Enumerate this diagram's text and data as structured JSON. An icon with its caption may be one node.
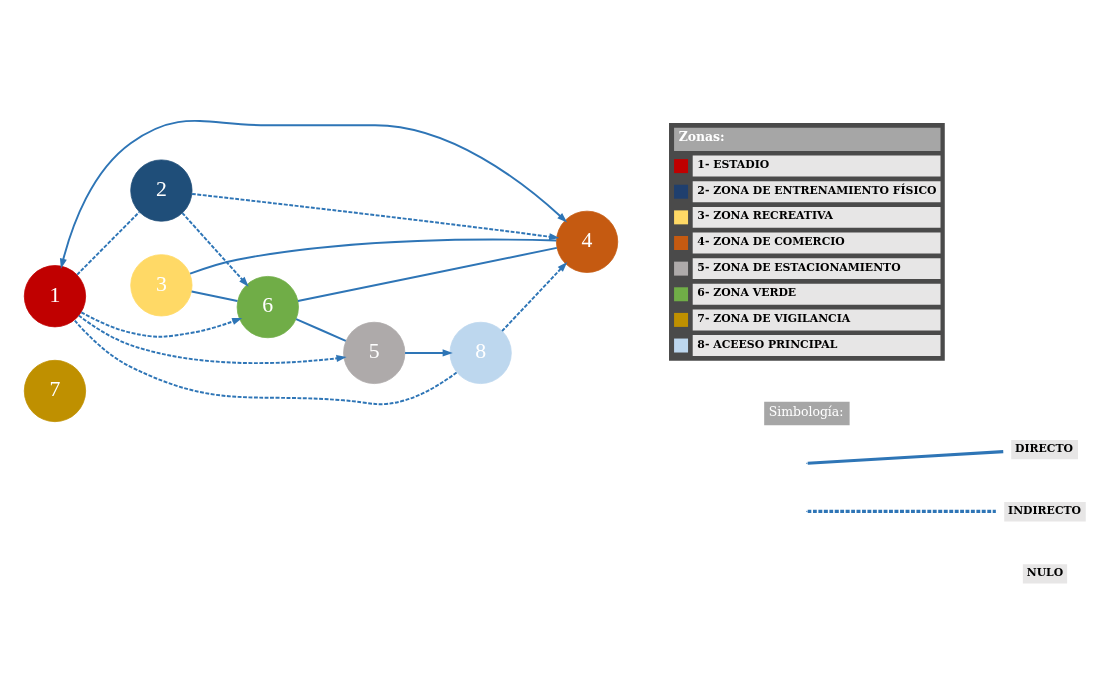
{
  "diagram": {
    "nodes": [
      {
        "text": [
          "1"
        ]
      },
      {
        "text": [
          "2"
        ]
      },
      {
        "text": [
          "3"
        ]
      },
      {
        "text": [
          "4"
        ]
      },
      {
        "text": [
          "5"
        ]
      },
      {
        "text": [
          "6"
        ]
      },
      {
        "text": [
          "7"
        ]
      },
      {
        "text": [
          "8"
        ]
      }
    ],
    "edges": [
      {
        "from": 0,
        "to": 1,
        "arrow": "none",
        "style": "dashed"
      },
      {
        "from": 7,
        "to": 0,
        "arrow": "none",
        "style": "dashed"
      },
      {
        "from": 0,
        "to": 5,
        "arrow": "to",
        "style": "dashed"
      },
      {
        "from": 0,
        "to": 4,
        "arrow": "to",
        "style": "dashed"
      },
      {
        "from": 0,
        "to": 3,
        "arrow": "both"
      },
      {
        "from": 1,
        "to": 5,
        "arrow": "to",
        "style": "dashed"
      },
      {
        "from": 1,
        "to": 3,
        "arrow": "to",
        "style": "dashed"
      },
      {
        "from": 7,
        "to": 3,
        "arrow": "to",
        "style": "dashed"
      },
      {
        "from": 4,
        "to": 7,
        "arrow": "to"
      },
      {
        "from": 2,
        "to": 5,
        "arrow": "none"
      },
      {
        "from": 2,
        "to": 3,
        "arrow": "none"
      },
      {
        "from": 5,
        "to": 3,
        "arrow": "none"
      },
      {
        "from": 5,
        "to": 4,
        "arrow": "none"
      }
    ],
    "labels": [
      "Zonas:",
      "Simbología:"
    ],
    "legend": [
      {
        "text": "1- ESTADIO",
        "color": "#c00000"
      },
      {
        "text": "2- ZONA DE ENTRENAMIENTO FÍSICO",
        "color": "#1f3f6e"
      },
      {
        "text": "3- ZONA RECREATIVA",
        "color": "#ffd966"
      },
      {
        "text": "4- ZONA DE COMERCIO",
        "color": "#c55a11"
      },
      {
        "text": "5- ZONA DE ESTACIONAMIENTO",
        "color": "#aeaaaa"
      },
      {
        "text": "6- ZONA VERDE",
        "color": "#70ad47"
      },
      {
        "text": "7- ZONA DE VIGILANCIA",
        "color": "#bf9000"
      },
      {
        "text": "8- ACEESO PRINCIPAL",
        "color": "#bdd7ee"
      },
      {
        "text": "DIRECTO"
      },
      {
        "text": "INDIRECTO"
      },
      {
        "text": "NULO"
      }
    ]
  }
}
